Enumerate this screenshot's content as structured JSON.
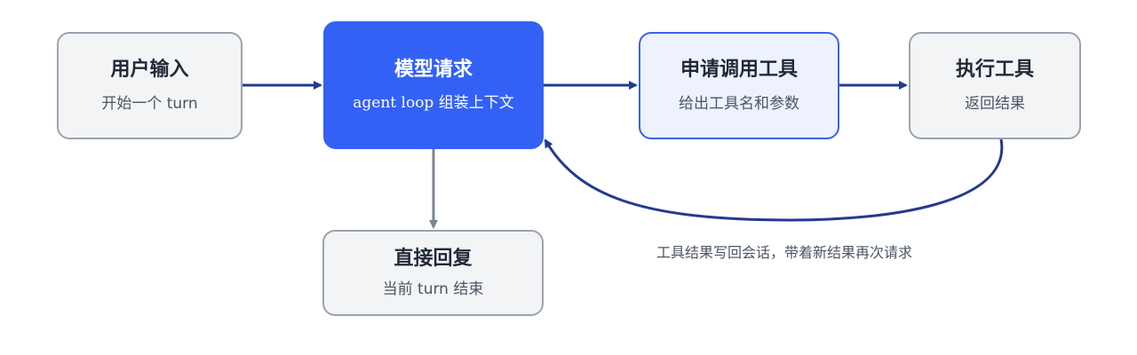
{
  "nodes": {
    "user_input": {
      "title": "用户输入",
      "subtitle": "开始一个 turn"
    },
    "model_request": {
      "title": "模型请求",
      "subtitle": "agent loop 组装上下文"
    },
    "request_tool": {
      "title": "申请调用工具",
      "subtitle": "给出工具名和参数"
    },
    "execute_tool": {
      "title": "执行工具",
      "subtitle": "返回结果"
    },
    "direct_reply": {
      "title": "直接回复",
      "subtitle": "当前 turn 结束"
    }
  },
  "edges": {
    "loop_label": "工具结果写回会话，带着新结果再次请求"
  },
  "colors": {
    "primary_blue": "#3461f5",
    "arrow_navy": "#243a8f",
    "arrow_gray": "#7b8494",
    "node_gray_bg": "#f3f4f6",
    "node_gray_border": "#9ca3af",
    "node_light_bg": "#eef2fe",
    "node_light_border": "#3a63e6"
  }
}
